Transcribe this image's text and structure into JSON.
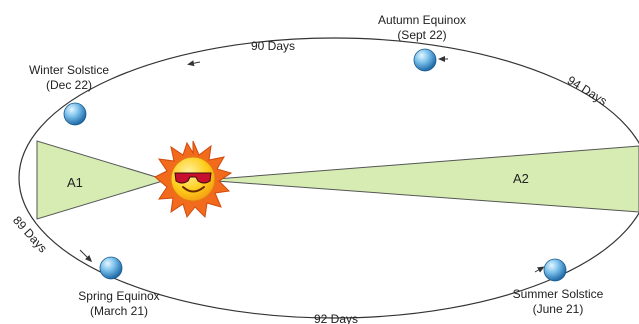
{
  "labels": {
    "winter_solstice": {
      "name": "Winter Solstice",
      "date": "(Dec 22)"
    },
    "autumn_equinox": {
      "name": "Autumn Equinox",
      "date": "(Sept 22)"
    },
    "spring_equinox": {
      "name": "Spring Equinox",
      "date": "(March 21)"
    },
    "summer_solstice": {
      "name": "Summer Solstice",
      "date": "(June 21)"
    }
  },
  "arcs": {
    "top": "90 Days",
    "right": "94 Days",
    "left": "89 Days",
    "bottom": "92 Days"
  },
  "areas": {
    "a1": "A1",
    "a2": "A2"
  },
  "colors": {
    "orbit": "#333333",
    "area_fill": "#d6ecb2",
    "area_stroke": "#555555",
    "planet_light": "#d9f0ff",
    "planet_dark": "#2a7fc0",
    "sun_rays": "#f26a1b",
    "sun_face": "#ffcc1a"
  },
  "icons": {
    "sun": "cartoon-sun-icon",
    "planet": "planet-icon"
  }
}
